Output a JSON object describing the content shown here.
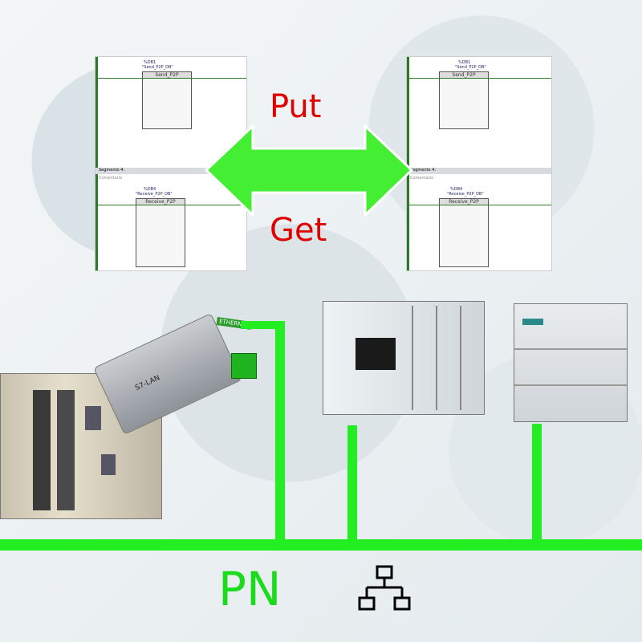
{
  "labels": {
    "put": "Put",
    "get": "Get",
    "pn": "PN"
  },
  "icons": {
    "network": "network-tree-icon",
    "arrow": "double-arrow"
  },
  "colors": {
    "put_get_text": "#e00000",
    "network_lines": "#22ee22",
    "arrow": "#33ee33"
  },
  "panel_left": {
    "send_block": {
      "db": "%DB1",
      "name": "\"Send_P2P_DB\"",
      "type": "Send_P2P"
    },
    "recv_block": {
      "db": "%DB4",
      "name": "\"Receive_P2P_DB\"",
      "type": "Receive_P2P"
    },
    "segment": "Segmento 4:",
    "comment": "Comentario"
  },
  "panel_right": {
    "send_block": {
      "db": "%DB1",
      "name": "\"Send_P2P_DB\"",
      "type": "Send_P2P"
    },
    "recv_block": {
      "db": "%DB4",
      "name": "\"Receive_P2P_DB\"",
      "type": "Receive_P2P"
    },
    "segment": "Segmento 4:",
    "comment": "Comentario"
  },
  "devices": {
    "adapter_label": "S7-LAN",
    "cable_label": "ETHERNET"
  }
}
